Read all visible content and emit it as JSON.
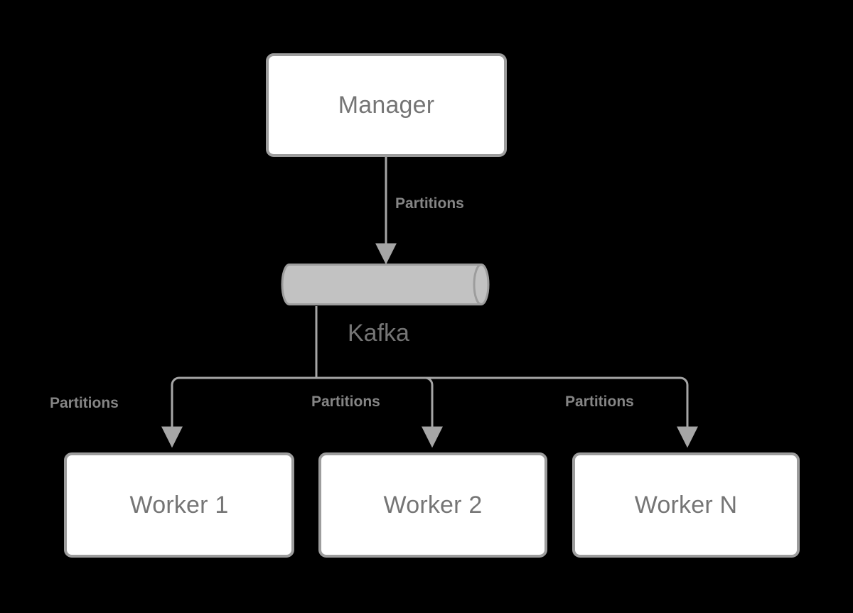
{
  "diagram": {
    "title": "Manager / Kafka / Workers partition distribution diagram",
    "background_color": "#000000",
    "stroke_color": "#a6a6a6",
    "node_border_color": "#9d9d9d",
    "node_fill_color": "#ffffff",
    "text_color": "#757575",
    "label_color": "#858585",
    "cylinder_fill_color": "#c2c2c2",
    "cylinder_stroke_color": "#9d9d9d"
  },
  "nodes": {
    "manager": {
      "label": "Manager",
      "shape": "rounded-rectangle"
    },
    "kafka": {
      "label": "Kafka",
      "shape": "cylinder"
    },
    "worker_1": {
      "label": "Worker 1",
      "shape": "rounded-rectangle"
    },
    "worker_2": {
      "label": "Worker 2",
      "shape": "rounded-rectangle"
    },
    "worker_n": {
      "label": "Worker N",
      "shape": "rounded-rectangle"
    }
  },
  "edges": [
    {
      "id": "manager-to-kafka",
      "from": "manager",
      "to": "kafka",
      "label": "Partitions",
      "arrow": "down"
    },
    {
      "id": "kafka-to-worker-1",
      "from": "kafka",
      "to": "worker_1",
      "label": "Partitions",
      "arrow": "down"
    },
    {
      "id": "kafka-to-worker-2",
      "from": "kafka",
      "to": "worker_2",
      "label": "Partitions",
      "arrow": "down"
    },
    {
      "id": "kafka-to-worker-n",
      "from": "kafka",
      "to": "worker_n",
      "label": "Partitions",
      "arrow": "down"
    }
  ]
}
